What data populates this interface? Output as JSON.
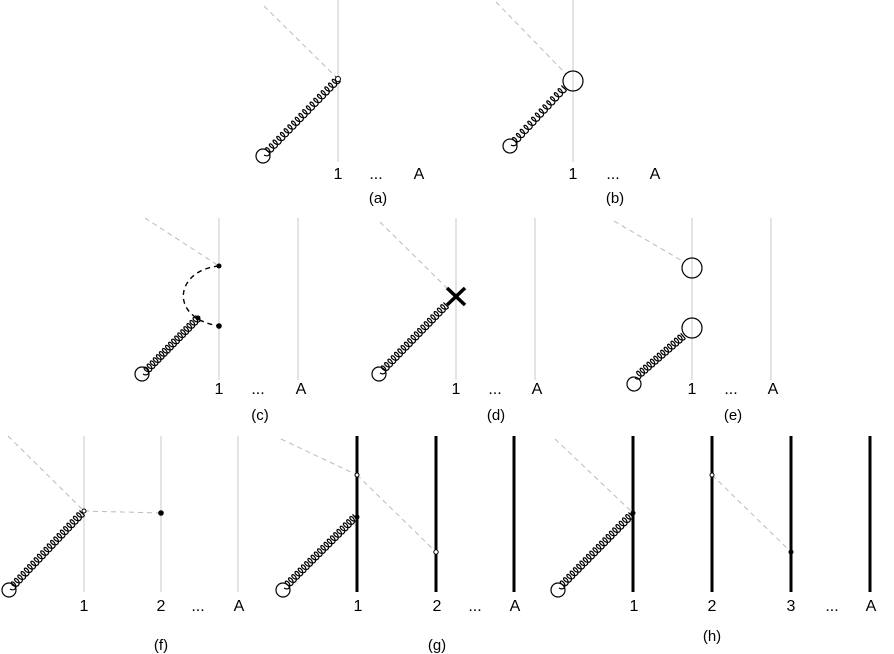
{
  "panels": {
    "a": {
      "caption": "(a)",
      "labels": [
        "1",
        "...",
        "A"
      ]
    },
    "b": {
      "caption": "(b)",
      "labels": [
        "1",
        "...",
        "A"
      ]
    },
    "c": {
      "caption": "(c)",
      "labels": [
        "1",
        "...",
        "A"
      ]
    },
    "d": {
      "caption": "(d)",
      "labels": [
        "1",
        "...",
        "A"
      ]
    },
    "e": {
      "caption": "(e)",
      "labels": [
        "1",
        "...",
        "A"
      ]
    },
    "f": {
      "caption": "(f)",
      "labels": [
        "1",
        "2",
        "...",
        "A"
      ]
    },
    "g": {
      "caption": "(g)",
      "labels": [
        "1",
        "2",
        "...",
        "A"
      ]
    },
    "h": {
      "caption": "(h)",
      "labels": [
        "1",
        "2",
        "3",
        "...",
        "A"
      ]
    }
  }
}
